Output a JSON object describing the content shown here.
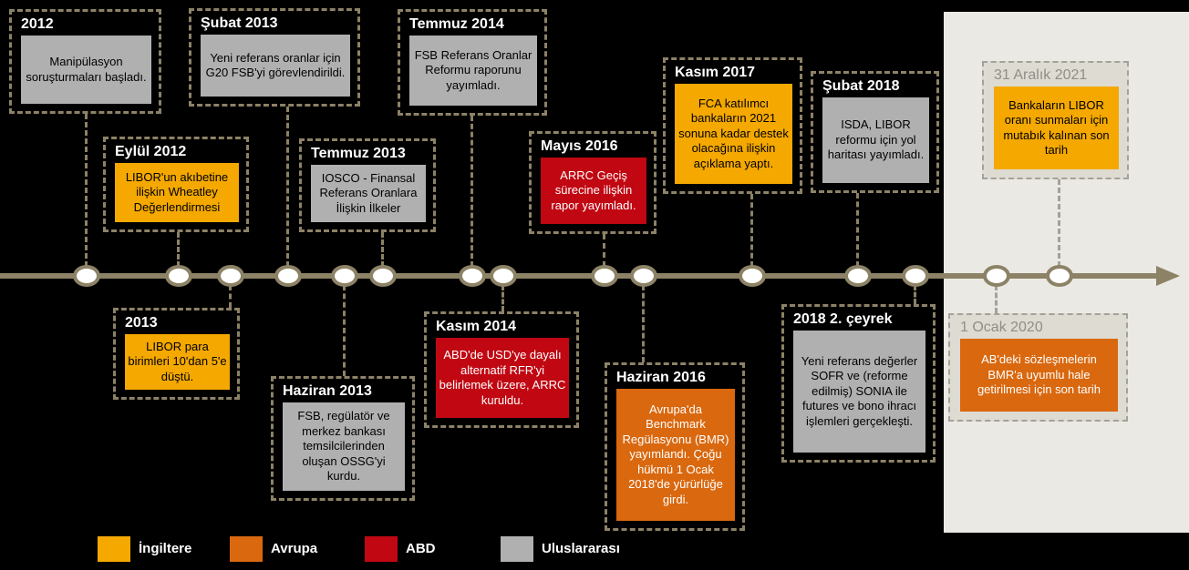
{
  "diagram": {
    "type": "timeline",
    "language": "tr",
    "topic": "LIBOR reform timeline",
    "background_color": "#000000",
    "timeline_color": "#8C8266",
    "future_panel_color": "#EBE9E3"
  },
  "categories": {
    "uk": {
      "label": "İngiltere",
      "color": "#F4A800"
    },
    "eu": {
      "label": "Avrupa",
      "color": "#D9680F"
    },
    "us": {
      "label": "ABD",
      "color": "#C00712"
    },
    "intl": {
      "label": "Uluslararası",
      "color": "#B0B0B0"
    }
  },
  "events": [
    {
      "date": "2012",
      "text": "Manipülasyon soruşturmaları başladı.",
      "category": "intl",
      "side": "top"
    },
    {
      "date": "Eylül 2012",
      "text": "LIBOR'un akıbetine ilişkin Wheatley Değerlendirmesi",
      "category": "uk",
      "side": "top"
    },
    {
      "date": "2013",
      "text": "LIBOR para birimleri 10'dan 5'e düştü.",
      "category": "uk",
      "side": "bottom"
    },
    {
      "date": "Şubat 2013",
      "text": "Yeni referans oranlar için G20 FSB'yi görevlendirildi.",
      "category": "intl",
      "side": "top"
    },
    {
      "date": "Haziran 2013",
      "text": "FSB, regülatör ve merkez bankası temsilcilerinden oluşan OSSG'yi kurdu.",
      "category": "intl",
      "side": "bottom"
    },
    {
      "date": "Temmuz 2013",
      "text": "IOSCO - Finansal Referans Oranlara İlişkin İlkeler",
      "category": "intl",
      "side": "top"
    },
    {
      "date": "Temmuz 2014",
      "text": "FSB Referans Oranlar Reformu raporunu yayımladı.",
      "category": "intl",
      "side": "top"
    },
    {
      "date": "Kasım 2014",
      "text": "ABD'de USD'ye dayalı alternatif RFR'yi belirlemek üzere, ARRC kuruldu.",
      "category": "us",
      "side": "bottom"
    },
    {
      "date": "Mayıs 2016",
      "text": "ARRC Geçiş sürecine ilişkin rapor yayımladı.",
      "category": "us",
      "side": "top"
    },
    {
      "date": "Haziran 2016",
      "text": "Avrupa'da Benchmark Regülasyonu (BMR) yayımlandı. Çoğu hükmü 1 Ocak 2018'de yürürlüğe girdi.",
      "category": "eu",
      "side": "bottom"
    },
    {
      "date": "Kasım 2017",
      "text": "FCA katılımcı bankaların 2021 sonuna kadar destek olacağına ilişkin açıklama yaptı.",
      "category": "uk",
      "side": "top"
    },
    {
      "date": "Şubat 2018",
      "text": "ISDA, LIBOR reformu için yol haritası yayımladı.",
      "category": "intl",
      "side": "top"
    },
    {
      "date": "2018 2. çeyrek",
      "text": "Yeni referans değerler SOFR ve (reforme edilmiş) SONIA ile futures ve bono ihracı işlemleri gerçekleşti.",
      "category": "intl",
      "side": "bottom"
    },
    {
      "date": "1 Ocak 2020",
      "text": "AB'deki sözleşmelerin BMR'a uyumlu hale getirilmesi için son tarih",
      "category": "eu",
      "side": "bottom"
    },
    {
      "date": "31 Aralık 2021",
      "text": "Bankaların LIBOR oranı sunmaları için mutabık kalınan son tarih",
      "category": "uk",
      "side": "top"
    }
  ],
  "legend": {
    "items": [
      {
        "label": "İngiltere",
        "color": "#F4A800"
      },
      {
        "label": "Avrupa",
        "color": "#D9680F"
      },
      {
        "label": "ABD",
        "color": "#C00712"
      },
      {
        "label": "Uluslararası",
        "color": "#B0B0B0"
      }
    ]
  }
}
